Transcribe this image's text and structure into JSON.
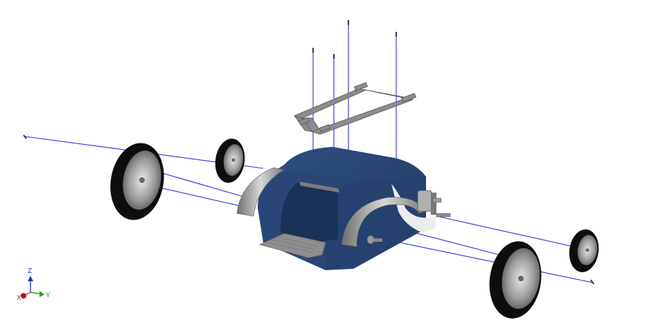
{
  "viewport": {
    "view": "exploded-assembly-isometric",
    "background": "#ffffff",
    "trail_color": "#2a2ae0"
  },
  "model": {
    "body_color": "#2d4a7a",
    "body_dark": "#213a63",
    "metal_color": "#9a9a9a",
    "tire_color": "#0d0d0d",
    "rim_color": "#b8b8b8",
    "components": [
      {
        "name": "rear-left-wheel-large"
      },
      {
        "name": "front-left-wheel-small"
      },
      {
        "name": "chassis-body"
      },
      {
        "name": "top-bracket-frame"
      },
      {
        "name": "bolt-1"
      },
      {
        "name": "bolt-2"
      },
      {
        "name": "bolt-3"
      },
      {
        "name": "bolt-4"
      },
      {
        "name": "rear-right-wheel-large"
      },
      {
        "name": "front-right-wheel-small"
      },
      {
        "name": "footrest-plate"
      },
      {
        "name": "motor-unit"
      }
    ]
  },
  "triad": {
    "x_label": "X",
    "y_label": "Y",
    "z_label": "Z",
    "x_color": "#cc2222",
    "y_color": "#22aa22",
    "z_color": "#2233bb"
  }
}
